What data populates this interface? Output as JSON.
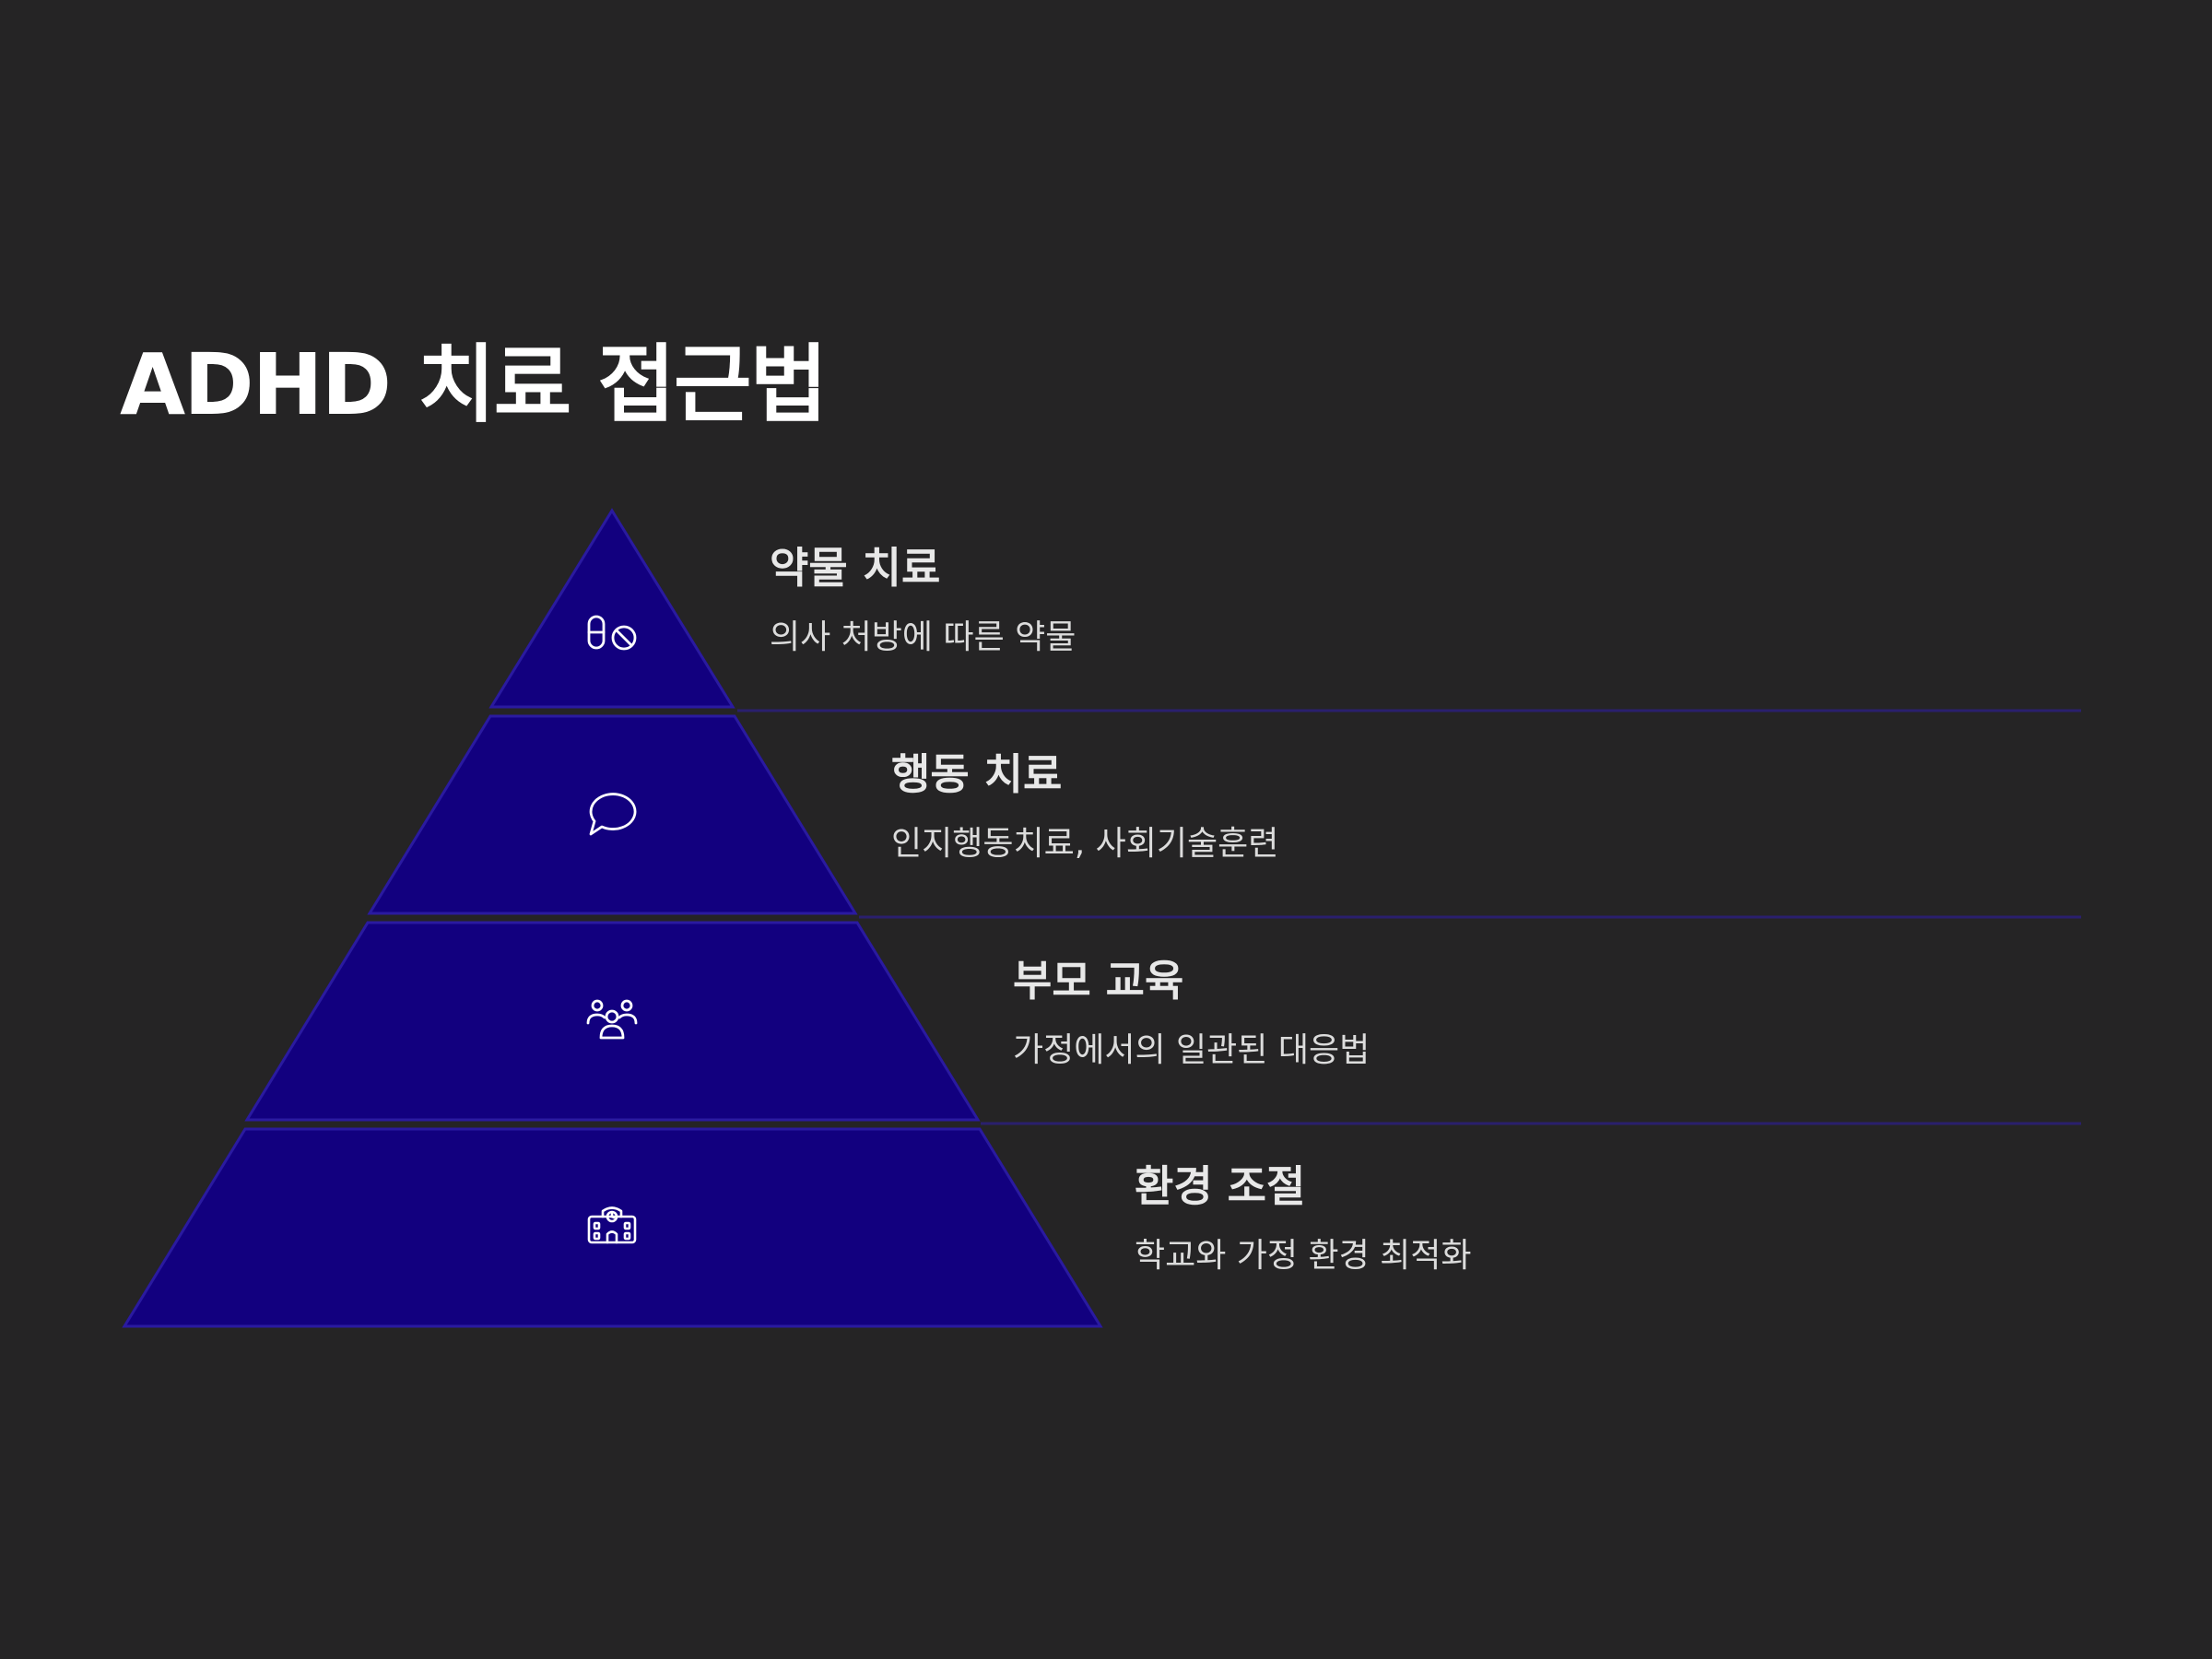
{
  "title": "ADHD 치료 접근법",
  "colors": {
    "background": "#252425",
    "tier_fill": "#12007f",
    "tier_stroke": "#2a1aa0",
    "divider": "#2a1f6e",
    "icon": "#ffffff",
    "title_text": "#ffffff",
    "body_text": "#dcdcdc"
  },
  "tiers": [
    {
      "title": "약물 치료",
      "description": "의사 처방에 따른 약물",
      "icon": "pill-icon"
    },
    {
      "title": "행동 치료",
      "description": "인지행동치료, 사회기술훈련",
      "icon": "speech-bubble-icon"
    },
    {
      "title": "부모 교육",
      "description": "가정에서의 일관된 대응법",
      "icon": "family-icon"
    },
    {
      "title": "환경 조절",
      "description": "학교와 가정 환경 최적화",
      "icon": "school-building-icon"
    }
  ]
}
